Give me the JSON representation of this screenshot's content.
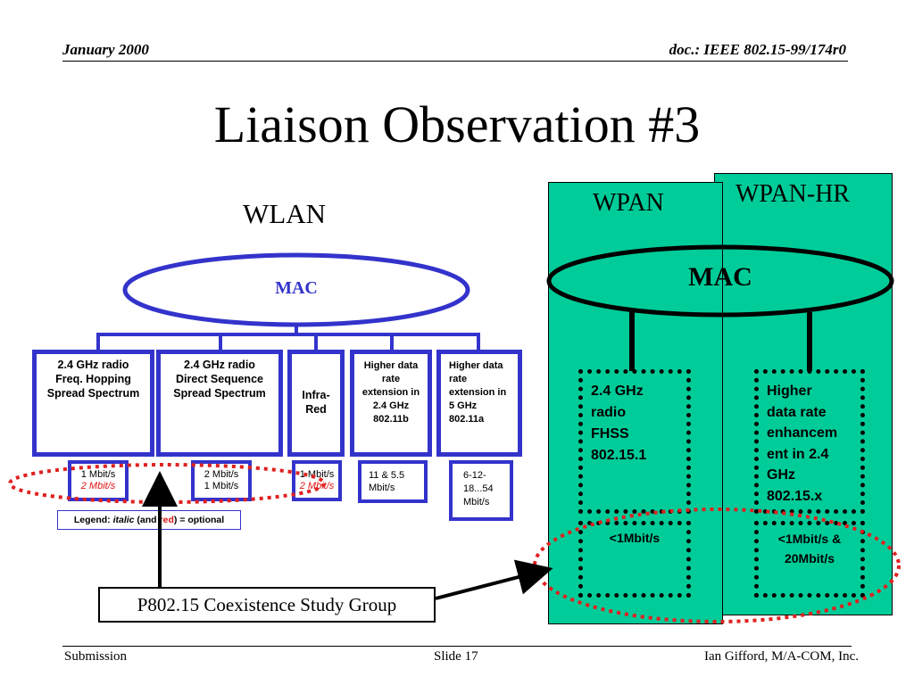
{
  "header": {
    "left": "January 2000",
    "right": "doc.: IEEE 802.15-99/174r0"
  },
  "title": "Liaison Observation #3",
  "wlan": {
    "label": "WLAN",
    "mac": "MAC",
    "phys": [
      {
        "line1": "2.4 GHz radio",
        "line2": "Freq. Hopping",
        "line3": "Spread Spectrum"
      },
      {
        "line1": "2.4 GHz radio",
        "line2": "Direct Sequence",
        "line3": "Spread Spectrum"
      },
      {
        "line1": "Infra-",
        "line2": "Red"
      },
      {
        "line1": "Higher data",
        "line2": "rate",
        "line3": "extension in",
        "line4": "2.4 GHz",
        "line5": "802.11b"
      },
      {
        "line1": "Higher data",
        "line2": "rate",
        "line3": "extension in",
        "line4": "5 GHz",
        "line5": "802.11a"
      }
    ],
    "rates": [
      {
        "line1": "1 Mbit/s",
        "line2": "2 Mbit/s"
      },
      {
        "line1": "2 Mbit/s",
        "line2": "1 Mbit/s"
      },
      {
        "line1": "1 Mbit/s",
        "line2": "2 Mbit/s"
      },
      {
        "line1": "11 & 5.5",
        "line2": "Mbit/s"
      },
      {
        "line1": "6-12-",
        "line2": "18...54",
        "line3": "Mbit/s"
      }
    ],
    "legend": {
      "prefix": "Legend: ",
      "italic": "italic",
      "mid": " (and ",
      "red": "red",
      "suffix": ") = optional"
    }
  },
  "wpan": {
    "label": "WPAN",
    "label_hr": "WPAN-HR",
    "mac": "MAC",
    "phy_left": {
      "line1": "2.4 GHz",
      "line2": "radio",
      "line3": "FHSS",
      "line4": "802.15.1"
    },
    "phy_right": {
      "line1": "Higher",
      "line2": "data rate",
      "line3": "enhancem",
      "line4": "ent in 2.4",
      "line5": "GHz",
      "line6": "802.15.x"
    },
    "rate_left": "<1Mbit/s",
    "rate_right": {
      "line1": "<1Mbit/s &",
      "line2": "20Mbit/s"
    }
  },
  "callout": "P802.15 Coexistence Study Group",
  "footer": {
    "left": "Submission",
    "center": "Slide 17",
    "right": "Ian Gifford, M/A-COM, Inc."
  },
  "colors": {
    "blue": "#3333cc",
    "green": "#00cc99",
    "red": "#dd1111",
    "dotted_red": "#e02020"
  }
}
